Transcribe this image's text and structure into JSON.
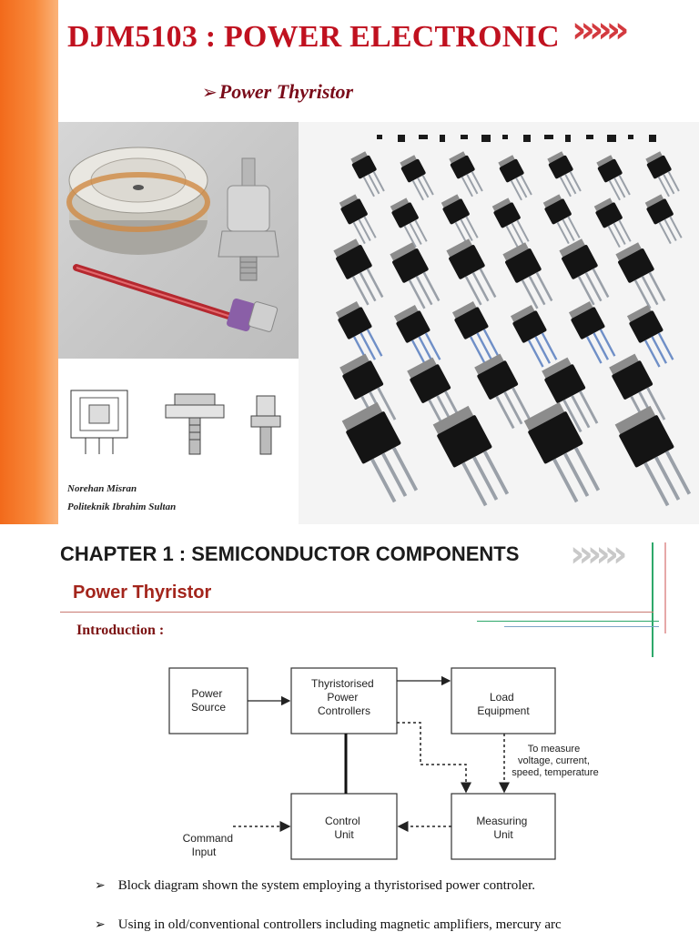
{
  "slide1": {
    "title": "DJM5103 : POWER ELECTRONIC",
    "chevrons": "»»»",
    "subtitle": "Power Thyristor",
    "subtitle_arrow": "➢",
    "credits": [
      "Norehan Misran",
      "Politeknik Ibrahim Sultan"
    ],
    "colors": {
      "side_bar": "#f26a1b",
      "title": "#c0111f",
      "chevron": "#d33a3f"
    }
  },
  "slide2": {
    "title": "CHAPTER 1 : SEMICONDUCTOR COMPONENTS",
    "chevrons": "»»»",
    "subtitle": "Power Thyristor",
    "intro": "Introduction :",
    "diagram": {
      "blocks": {
        "power_source": [
          "Power",
          "Source"
        ],
        "controllers": [
          "Thyristorised",
          "Power",
          "Controllers"
        ],
        "load": [
          "Load",
          "Equipment"
        ],
        "control_unit": [
          "Control",
          "Unit"
        ],
        "measuring_unit": [
          "Measuring",
          "Unit"
        ]
      },
      "annotations": {
        "measure": [
          "To measure",
          "voltage, current,",
          "speed, temperature"
        ],
        "command": [
          "Command",
          "Input"
        ]
      }
    },
    "bullet_arrow": "➢",
    "bullets": [
      "Block diagram shown the system employing a thyristorised power controler.",
      "Using in old/conventional controllers including magnetic amplifiers, mercury arc"
    ],
    "colors": {
      "subtitle": "#a3251c",
      "intro": "#7c1313",
      "accent_line": "#2ea86a"
    }
  }
}
